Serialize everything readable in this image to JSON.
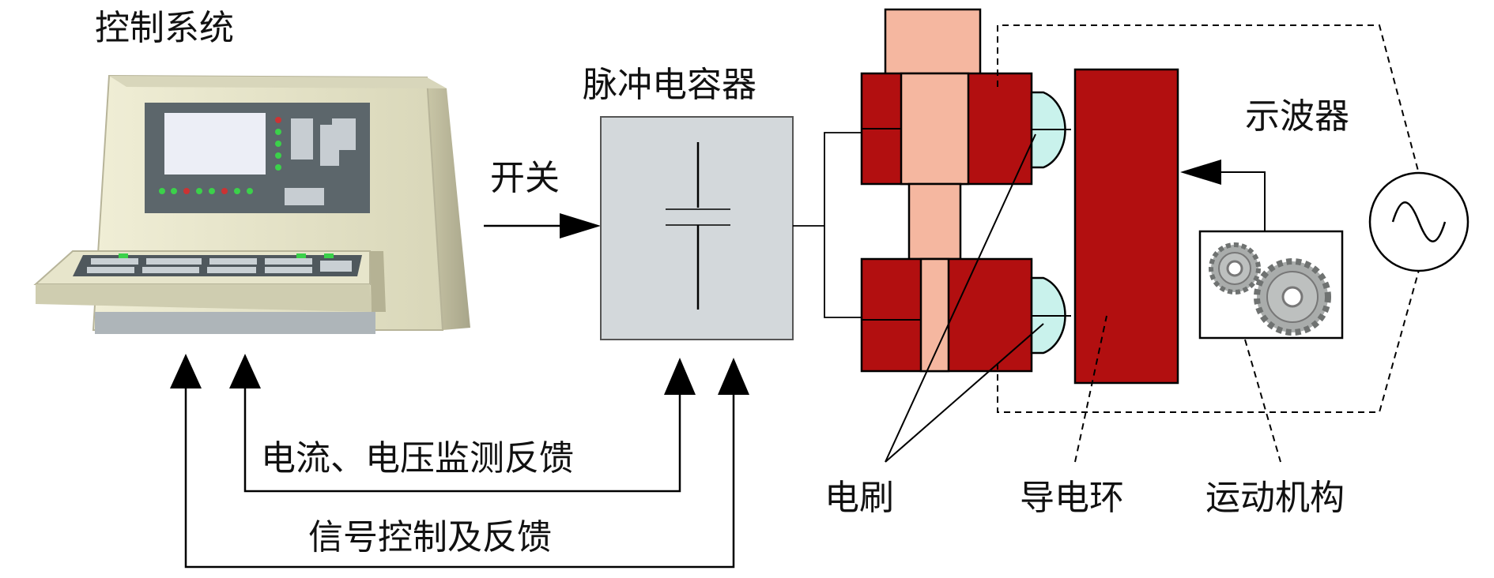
{
  "labels": {
    "control_system": "控制系统",
    "pulse_capacitor": "脉冲电容器",
    "switch": "开关",
    "oscilloscope": "示波器",
    "current_voltage_feedback": "电流、电压监测反馈",
    "signal_control_feedback": "信号控制及反馈",
    "brush": "电刷",
    "conductive_ring": "导电环",
    "motion_mechanism": "运动机构"
  },
  "colors": {
    "brush_red": "#b20f10",
    "brush_pink": "#f5b7a0",
    "contact_cyan": "#c9f2ec",
    "capacitor_gray": "#d3d8db",
    "console_body": "#e6e4c8",
    "panel_gray": "#5c666b",
    "screen": "#eceef6",
    "led_green": "#3bd14a",
    "led_red": "#cc3333",
    "arrow": "#000000"
  },
  "icons": {
    "oscilloscope_symbol": "ac-source-sine-icon",
    "gears": "gear-pair-icon"
  }
}
